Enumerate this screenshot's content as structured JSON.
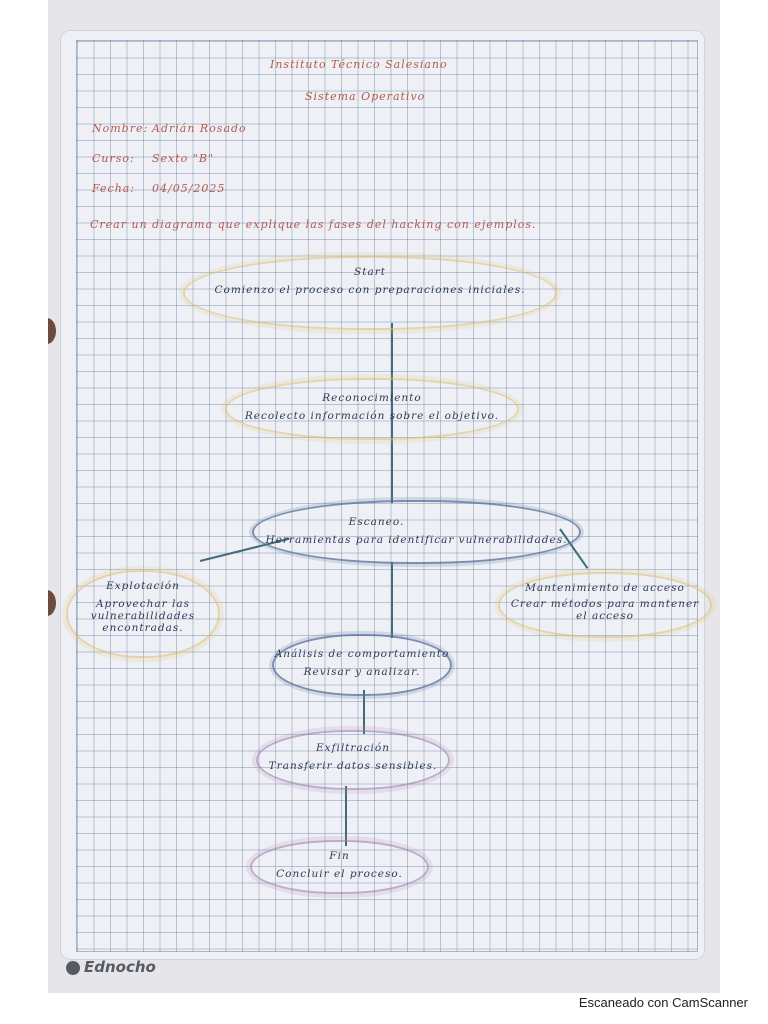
{
  "header": {
    "title_line1": "Instituto Técnico Salesiano",
    "title_line2": "Sistema Operativo",
    "name_label": "Nombre:",
    "name_value": "Adrián Rosado",
    "course_label": "Curso:",
    "course_value": "Sexto \"B\"",
    "date_label": "Fecha:",
    "date_value": "04/05/2025",
    "instruction": "Crear un diagrama que explique las fases del hacking con ejemplos."
  },
  "nodes": {
    "start": {
      "title": "Start",
      "desc": "Comienzo el proceso con preparaciones iniciales."
    },
    "recon": {
      "title": "Reconocimiento",
      "desc": "Recolecto información sobre el objetivo."
    },
    "scan": {
      "title": "Escaneo.",
      "desc": "Herramientas para identificar vulnerabilidades."
    },
    "exploit": {
      "title": "Explotación",
      "desc": "Aprovechar las vulnerabilidades encontradas."
    },
    "maintain": {
      "title": "Mantenimiento de acceso",
      "desc": "Crear métodos para mantener el acceso"
    },
    "behavior": {
      "title": "Análisis de comportamiento",
      "desc": "Revisar y analizar."
    },
    "exfil": {
      "title": "Exfiltración",
      "desc": "Transferir datos sensibles."
    },
    "end": {
      "title": "Fin",
      "desc": "Concluir el proceso."
    }
  },
  "brand": "Ednocho",
  "footer": "Escaneado con CamScanner"
}
